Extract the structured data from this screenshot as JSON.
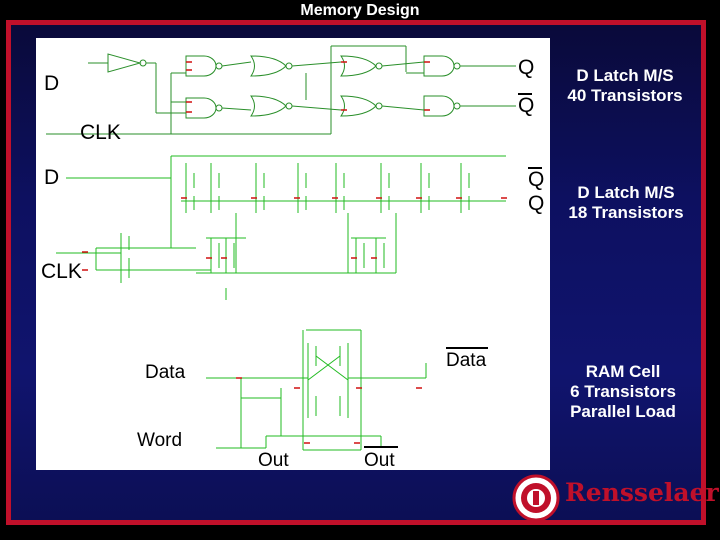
{
  "slide": {
    "title": "Memory Design"
  },
  "circuit1": {
    "input_label": "D",
    "clock_label": "CLK",
    "output_q": "Q",
    "output_qbar": "Q",
    "caption_line1": "D Latch M/S",
    "caption_line2": "40 Transistors"
  },
  "circuit2": {
    "input_label": "D",
    "clock_label": "CLK",
    "output_qbar": "Q",
    "output_q": "Q",
    "caption_line1": "D Latch M/S",
    "caption_line2": "18 Transistors"
  },
  "circuit3": {
    "data_label": "Data",
    "data_bar_label": "Data",
    "word_label": "Word",
    "out_label": "Out",
    "out_bar_label": "Out",
    "caption_line1": "RAM Cell",
    "caption_line2": "6 Transistors",
    "caption_line3": "Parallel Load"
  },
  "footer": {
    "logo_text": "Rensselaer"
  },
  "colors": {
    "frame_red": "#c0102a",
    "wire_green": "#22bb22",
    "background_blue": "#10146e"
  }
}
